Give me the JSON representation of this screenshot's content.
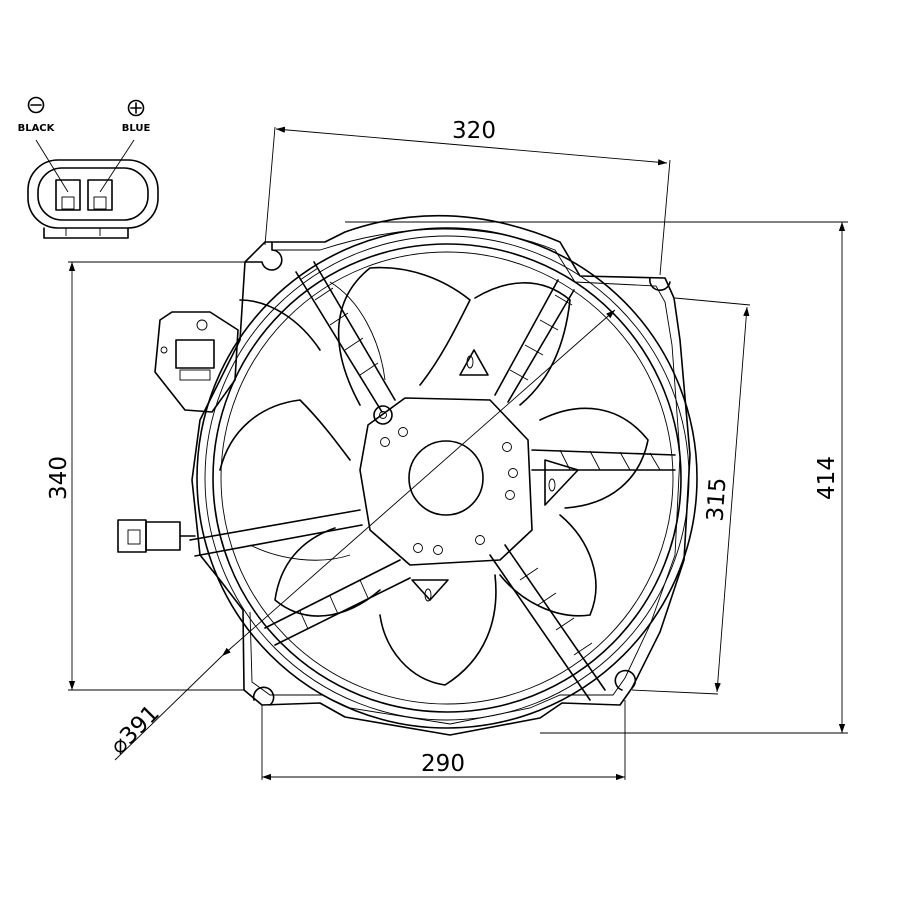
{
  "connector": {
    "minus_label": "BLACK",
    "plus_label": "BLUE"
  },
  "dimensions": {
    "top_width": "320",
    "bottom_width": "290",
    "left_height": "340",
    "right_inner_height": "315",
    "right_outer_height": "414",
    "diameter": "⌀391"
  }
}
